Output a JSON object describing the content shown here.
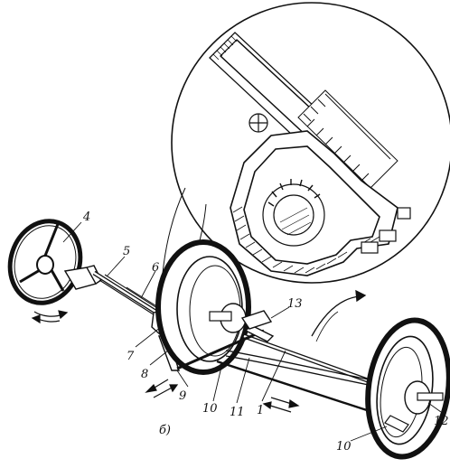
{
  "caption": "б)",
  "labels": [
    {
      "id": "4",
      "text": "4"
    },
    {
      "id": "5",
      "text": "5"
    },
    {
      "id": "6",
      "text": "6"
    },
    {
      "id": "7",
      "text": "7"
    },
    {
      "id": "8",
      "text": "8"
    },
    {
      "id": "9",
      "text": "9"
    },
    {
      "id": "10a",
      "text": "10"
    },
    {
      "id": "11",
      "text": "11"
    },
    {
      "id": "1",
      "text": "1"
    },
    {
      "id": "13",
      "text": "13"
    },
    {
      "id": "10b",
      "text": "10"
    },
    {
      "id": "12",
      "text": "12"
    }
  ],
  "colors": {
    "ink": "#111111",
    "background": "#ffffff"
  }
}
